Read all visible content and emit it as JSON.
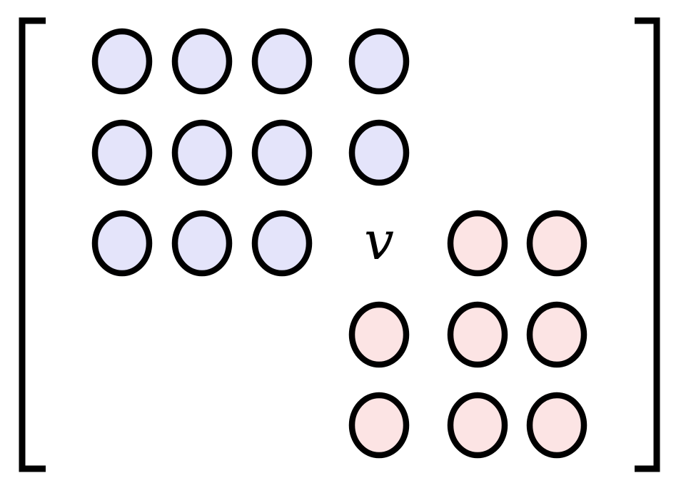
{
  "colors": {
    "blue_fill": "#e4e4fa",
    "red_fill": "#fce4e4",
    "stroke": "#000000"
  },
  "matrix": {
    "rows": 5,
    "cols": 6,
    "center_label": "v",
    "cells": [
      [
        "blue",
        "blue",
        "blue",
        "blue",
        "empty",
        "empty"
      ],
      [
        "blue",
        "blue",
        "blue",
        "blue",
        "empty",
        "empty"
      ],
      [
        "blue",
        "blue",
        "blue",
        "label",
        "red",
        "red"
      ],
      [
        "empty",
        "empty",
        "empty",
        "red",
        "red",
        "red"
      ],
      [
        "empty",
        "empty",
        "empty",
        "red",
        "red",
        "red"
      ]
    ]
  }
}
